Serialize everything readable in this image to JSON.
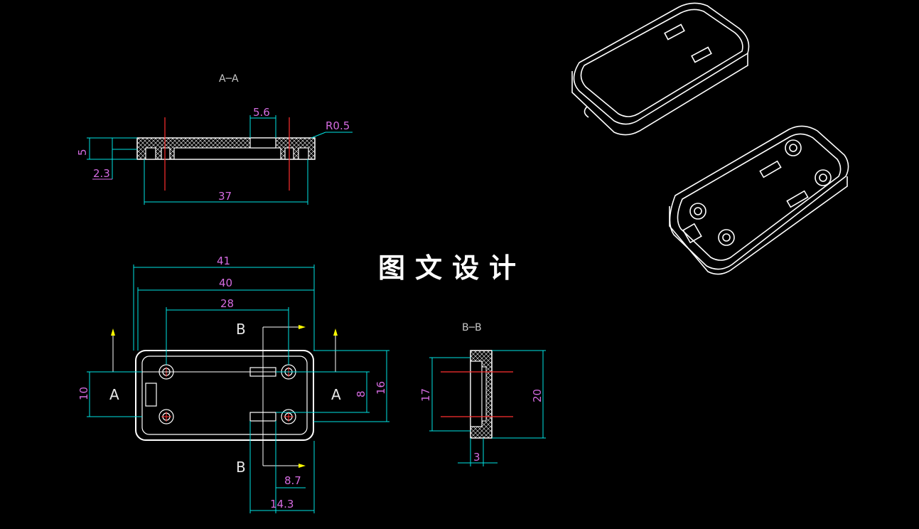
{
  "watermark": "图文设计",
  "section_aa": {
    "title": "A─A",
    "dim_height": "5",
    "dim_step": "2.3",
    "dim_slot": "5.6",
    "dim_radius": "R0.5",
    "dim_length": "37"
  },
  "plan_view": {
    "dim_41": "41",
    "dim_40": "40",
    "dim_28": "28",
    "dim_10": "10",
    "dim_8": "8",
    "dim_16": "16",
    "dim_8_7": "8.7",
    "dim_14_3": "14.3",
    "label_a_left": "A",
    "label_a_right": "A",
    "label_b_top": "B",
    "label_b_bottom": "B"
  },
  "section_bb": {
    "title": "B─B",
    "dim_17": "17",
    "dim_20": "20",
    "dim_3": "3"
  },
  "colors": {
    "outline": "#ffffff",
    "dimension": "#00e5e5",
    "text": "#d46be0",
    "centerline": "#ff3030",
    "arrow": "#ffff00"
  }
}
